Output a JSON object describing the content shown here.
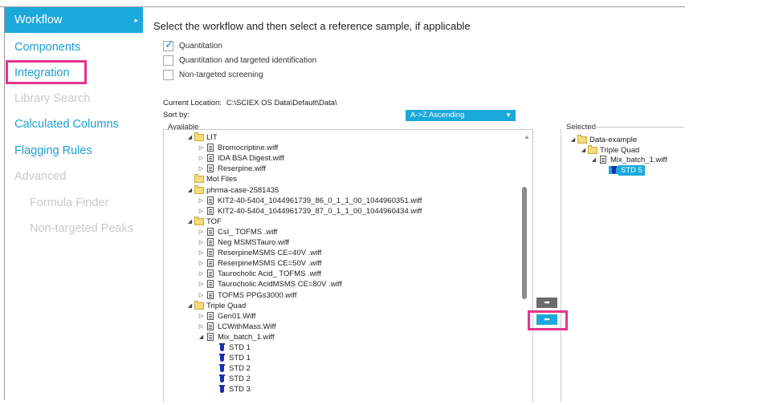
{
  "sidebar": {
    "items": [
      {
        "label": "Workflow",
        "state": "active"
      },
      {
        "label": "Components",
        "state": "normal"
      },
      {
        "label": "Integration",
        "state": "normal"
      },
      {
        "label": "Library Search",
        "state": "disabled"
      },
      {
        "label": "Calculated Columns",
        "state": "normal"
      },
      {
        "label": "Flagging Rules",
        "state": "normal"
      },
      {
        "label": "Advanced",
        "state": "disabled"
      },
      {
        "label": "Formula Finder",
        "state": "disabled"
      },
      {
        "label": "Non-targeted Peaks",
        "state": "disabled"
      }
    ],
    "active_arrow": "▸"
  },
  "main": {
    "title": "Select the workflow and then select a reference sample, if applicable",
    "options": [
      {
        "label": "Quantitation",
        "checked": true
      },
      {
        "label": "Quantitation and targeted identification",
        "checked": false
      },
      {
        "label": "Non-targeted screening",
        "checked": false
      }
    ],
    "location_label": "Current Location:",
    "location_value": "C:\\SCIEX OS Data\\Default\\Data\\",
    "sort_label": "Sort by:",
    "sort_value": "A->Z Ascending",
    "available_label": "Available",
    "selected_label": "Selected"
  },
  "available_tree": [
    {
      "label": "LIT",
      "type": "folder",
      "expander": "◢",
      "indent": 0
    },
    {
      "label": "Bromocriptine.wiff",
      "type": "file",
      "expander": "▷",
      "indent": 1
    },
    {
      "label": "IDA BSA Digest.wiff",
      "type": "file",
      "expander": "▷",
      "indent": 1
    },
    {
      "label": "Reserpine.wiff",
      "type": "file",
      "expander": "▷",
      "indent": 1
    },
    {
      "label": "Mol Files",
      "type": "folder",
      "expander": "",
      "indent": 0
    },
    {
      "label": "phrma-case-2581435",
      "type": "folder",
      "expander": "◢",
      "indent": 0
    },
    {
      "label": "KIT2-40-5404_1044961739_86_0_1_1_00_1044960351.wiff",
      "type": "file",
      "expander": "▷",
      "indent": 1
    },
    {
      "label": "KIT2-40-5404_1044961739_87_0_1_1_00_1044960434.wiff",
      "type": "file",
      "expander": "▷",
      "indent": 1
    },
    {
      "label": "TOF",
      "type": "folder",
      "expander": "◢",
      "indent": 0
    },
    {
      "label": "CsI_ TOFMS  .wiff",
      "type": "file",
      "expander": "▷",
      "indent": 1
    },
    {
      "label": "Neg MSMSTauro.wiff",
      "type": "file",
      "expander": "▷",
      "indent": 1
    },
    {
      "label": "ReserpineMSMS CE=40V .wiff",
      "type": "file",
      "expander": "▷",
      "indent": 1
    },
    {
      "label": "ReserpineMSMS CE=50V .wiff",
      "type": "file",
      "expander": "▷",
      "indent": 1
    },
    {
      "label": "Taurocholic Acid_ TOFMS  .wiff",
      "type": "file",
      "expander": "▷",
      "indent": 1
    },
    {
      "label": "Taurocholic AcidMSMS CE=80V .wiff",
      "type": "file",
      "expander": "▷",
      "indent": 1
    },
    {
      "label": "TOFMS PPGs3000.wiff",
      "type": "file",
      "expander": "▷",
      "indent": 1
    },
    {
      "label": "Triple Quad",
      "type": "folder",
      "expander": "◢",
      "indent": 0
    },
    {
      "label": "Gen01.Wiff",
      "type": "file",
      "expander": "▷",
      "indent": 1
    },
    {
      "label": "LCWithMass.Wiff",
      "type": "file",
      "expander": "▷",
      "indent": 1
    },
    {
      "label": "Mix_batch_1.wiff",
      "type": "file",
      "expander": "◢",
      "indent": 1
    },
    {
      "label": "STD 1",
      "type": "sample",
      "expander": "",
      "indent": 2
    },
    {
      "label": "STD 1",
      "type": "sample",
      "expander": "",
      "indent": 2
    },
    {
      "label": "STD 2",
      "type": "sample",
      "expander": "",
      "indent": 2
    },
    {
      "label": "STD 2",
      "type": "sample",
      "expander": "",
      "indent": 2
    },
    {
      "label": "STD 3",
      "type": "sample",
      "expander": "",
      "indent": 2
    }
  ],
  "selected_tree": [
    {
      "label": "Data-example",
      "type": "folder",
      "expander": "◢",
      "indent": 0,
      "selected": false
    },
    {
      "label": "Triple Quad",
      "type": "folder",
      "expander": "◢",
      "indent": 1,
      "selected": false
    },
    {
      "label": "Mix_batch_1.wiff",
      "type": "file",
      "expander": "◢",
      "indent": 2,
      "selected": false
    },
    {
      "label": "STD 5",
      "type": "sample",
      "expander": "",
      "indent": 3,
      "selected": true
    }
  ],
  "transfer": {
    "add_glyph": "➡",
    "remove_glyph": "⬅"
  },
  "scroll_up_glyph": "▲",
  "colors": {
    "accent": "#1ba8db",
    "highlight": "#e6348a",
    "disabled": "#c9c9c9"
  }
}
